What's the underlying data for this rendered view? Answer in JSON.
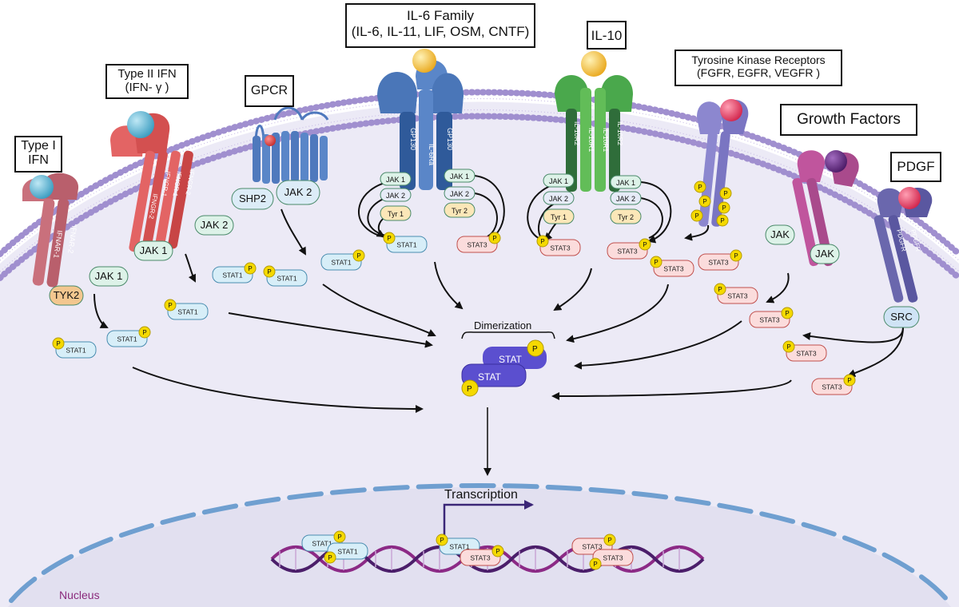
{
  "labels": {
    "il6_family": "IL-6 Family",
    "il6_members": "(IL-6, IL-11, LIF, OSM, CNTF)",
    "il10": "IL-10",
    "tkr": "Tyrosine Kinase Receptors",
    "tkr_members": "(FGFR, EGFR, VEGFR )",
    "growth_factors": "Growth Factors",
    "pdgf": "PDGF",
    "gpcr": "GPCR",
    "type2_ifn": "Type II IFN",
    "type2_ifn_sub": "(IFN- γ )",
    "type1_ifn_a": "Type I",
    "type1_ifn_b": "IFN"
  },
  "receptor_text": {
    "ifnar2": "IFNAR-2",
    "ifnar1": "IFNAR-1",
    "ifngr2_a": "IFNGR-2",
    "ifngr1_a": "IFNGR-1",
    "ifngr1_b": "IFNGR-1",
    "ifngr2_b": "IFNGR-2",
    "gp130_a": "GP130",
    "il6ra": "IL-6Ra",
    "gp130_b": "GP130",
    "il10r2_a": "IL-10R2",
    "il10r1_a": "IL-10R1",
    "il10r1_b": "IL-10R1",
    "il10r2_b": "IL-10R2",
    "pdgfr_a": "PDGFR",
    "pdgfr_b": "PDGFR"
  },
  "kinases": {
    "tyk2": "TYK2",
    "jak1": "JAK 1",
    "jak2": "JAK 2",
    "shp2": "SHP2",
    "tyr1": "Tyr 1",
    "tyr2": "Tyr 2",
    "jak": "JAK",
    "src": "SRC"
  },
  "molecules": {
    "stat1": "STAT1",
    "stat3": "STAT3",
    "stat": "STAT",
    "p": "P"
  },
  "process": {
    "dimerization": "Dimerization",
    "transcription": "Transcription",
    "nucleus": "Nucleus"
  },
  "colors": {
    "membrane": "#b6a6d6",
    "cytoplasm": "#eceaf6",
    "nucleus": "#e2e0f0",
    "stat1_fill": "#d7eef8",
    "stat3_fill": "#fbdcdc",
    "phospho": "#f5d900",
    "jak_fill": "#ddf2e8",
    "tyr_fill": "#fbe7b8",
    "dimer": "#5b4fcf",
    "type1": "#c9707c",
    "type2": "#e36464",
    "gpcr": "#4f79bd",
    "il6": "#4a76b8",
    "il10": "#4aa84c",
    "tkr": "#8c87cf",
    "gf": "#c0559d",
    "pdgf": "#6a67ad"
  }
}
